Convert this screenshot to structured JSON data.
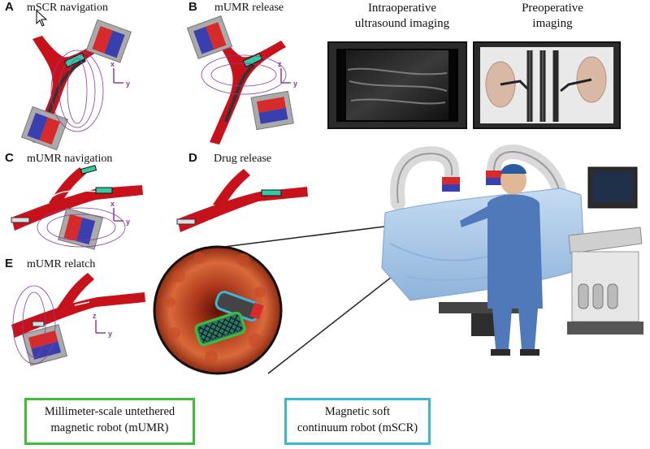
{
  "panels": {
    "a": {
      "letter": "A",
      "title": "mSCR navigation",
      "axis_up": "x",
      "axis_right": "y"
    },
    "b": {
      "letter": "B",
      "title": "mUMR release",
      "axis_up": "z",
      "axis_right": "y"
    },
    "c": {
      "letter": "C",
      "title": "mUMR navigation",
      "axis_up": "x",
      "axis_right": "y"
    },
    "d": {
      "letter": "D",
      "title": "Drug release"
    },
    "e": {
      "letter": "E",
      "title": "mUMR relatch",
      "axis_up": "z",
      "axis_right": "y"
    }
  },
  "imaging": {
    "ultrasound_line1": "Intraoperative",
    "ultrasound_line2": "ultrasound imaging",
    "preop_line1": "Preoperative",
    "preop_line2": "imaging"
  },
  "legend": {
    "mumr_line1": "Millimeter-scale untethered",
    "mumr_line2": "magnetic robot (mUMR)",
    "mumr_color": "#3dbd3a",
    "mscr_line1": "Magnetic soft",
    "mscr_line2": "continuum robot (mSCR)",
    "mscr_color": "#3bb7d3"
  },
  "colors": {
    "vessel": "#c8121b",
    "magnet_red": "#d72a2a",
    "magnet_blue": "#3a3fb0",
    "field": "#8a3b9b",
    "robot_green": "#36c8a0",
    "drape": "#a7c7e8",
    "surgeon": "#4f79b8"
  }
}
